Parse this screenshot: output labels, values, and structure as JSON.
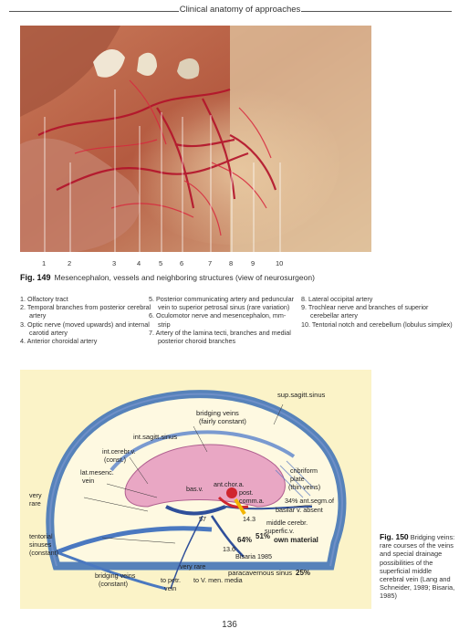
{
  "header": {
    "title": "Clinical anatomy of approaches"
  },
  "fig149": {
    "label": "Fig. 149",
    "caption": "Mesencephalon, vessels and neighboring structures (view of neurosurgeon)",
    "numbers": [
      "1",
      "2",
      "3",
      "4",
      "5",
      "6",
      "7",
      "8",
      "9",
      "10"
    ]
  },
  "legend": {
    "col1": [
      "1. Olfactory tract",
      "2. Temporal branches from posterior cerebral artery",
      "3. Optic nerve (moved upwards) and internal carotid artery",
      "4. Anterior choroidal artery"
    ],
    "col2": [
      "5. Posterior communicating artery and peduncular vein to superior petrosal sinus (rare variation)",
      "6. Oculomotor nerve and mesencephalon, mm-strip",
      "7. Artery of the lamina tecti, branches and medial posterior choroid branches"
    ],
    "col3": [
      "8. Lateral occipital artery",
      "9. Trochlear nerve and branches of superior cerebellar artery",
      "10. Tentorial notch and cerebellum (lobulus simplex)"
    ]
  },
  "diagram": {
    "labels": {
      "sup_sagitt": "sup.sagitt.sinus",
      "bridging_top_1": "bridging veins",
      "bridging_top_2": "(fairly constant)",
      "int_sagitt": "int.sagitt.sinus",
      "int_cerebr_1": "int.cerebr.v.",
      "int_cerebr_2": "(const.)",
      "lat_mesenc_1": "lat.mesenc.",
      "lat_mesenc_2": "vein",
      "cribriform_1": "cribriform",
      "cribriform_2": "plate",
      "cribriform_3": "(thin veins)",
      "ant_chor": "ant.chor.a.",
      "post_1": "post.",
      "post_2": "comm.a.",
      "bas_v": "bas.v.",
      "very_rare_1": "very",
      "very_rare_2": "rare",
      "pct_34": "34% ant.segm.of",
      "basilar_absent": "basilar v. absent",
      "pct_57": "57",
      "pct_143": "14.3",
      "middle_cerebr_1": "middle cerebr.",
      "middle_cerebr_2": "superfic.v.",
      "pct_64": "64%",
      "pct_51": "51%",
      "own_material": "own material",
      "pct_136": "13.6",
      "bisaria_1985": "Bisaria 1985",
      "tentorial_1": "tentorial",
      "tentorial_2": "sinuses",
      "tentorial_3": "(constant)",
      "very_rare_bottom": "very rare",
      "paracavernous": "paracavernous sinus",
      "pct_25": "25%",
      "bridging_bottom_1": "bridging veins",
      "bridging_bottom_2": "(constant)",
      "to_petr_1": "to petr.",
      "to_petr_2": "vein",
      "to_v_men": "to V. men. media"
    }
  },
  "fig150": {
    "label": "Fig. 150",
    "caption": "Bridging veins: rare courses of the veins and special drainage possibilities of the superficial middle cerebral vein (Lang and Schneider, 1989; Bisaria, 1985)"
  },
  "page": {
    "number": "136"
  }
}
